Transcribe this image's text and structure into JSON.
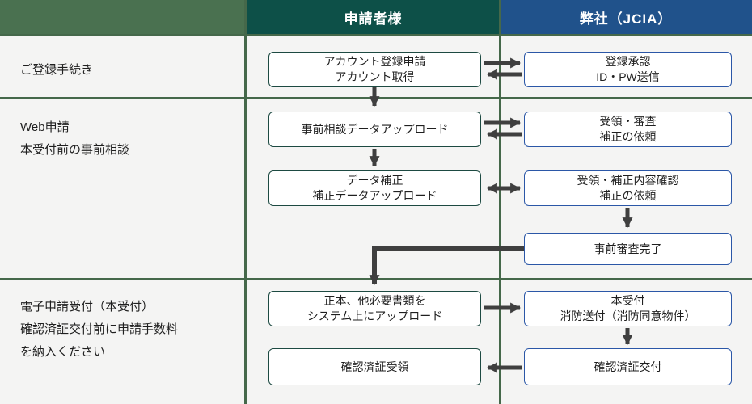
{
  "header": {
    "applicant": "申請者様",
    "company": "弊社（JCIA）"
  },
  "stages": [
    {
      "label_lines": [
        "ご登録手続き"
      ]
    },
    {
      "label_lines": [
        "Web申請",
        "本受付前の事前相談"
      ]
    },
    {
      "label_lines": [
        "電子申請受付（本受付）",
        "確認済証交付前に申請手数料",
        "を納入ください"
      ]
    }
  ],
  "applicant_boxes": [
    {
      "lines": [
        "アカウント登録申請",
        "アカウント取得"
      ]
    },
    {
      "lines": [
        "事前相談データアップロード"
      ]
    },
    {
      "lines": [
        "データ補正",
        "補正データアップロード"
      ]
    },
    {
      "lines": [
        "正本、他必要書類を",
        "システム上にアップロード"
      ]
    },
    {
      "lines": [
        "確認済証受領"
      ]
    }
  ],
  "company_boxes": [
    {
      "lines": [
        "登録承認",
        "ID・PW送信"
      ]
    },
    {
      "lines": [
        "受領・審査",
        "補正の依頼"
      ]
    },
    {
      "lines": [
        "受領・補正内容確認",
        "補正の依頼"
      ]
    },
    {
      "lines": [
        "事前審査完了"
      ]
    },
    {
      "lines": [
        "本受付",
        "消防送付（消防同意物件）"
      ]
    },
    {
      "lines": [
        "確認済証交付"
      ]
    }
  ],
  "colors": {
    "background": "#f4f4f3",
    "header_left_band": "#4a7150",
    "header_applicant": "#0d5048",
    "header_company": "#20528b",
    "grid_line": "#45684a",
    "applicant_box_border": "#1d4a42",
    "company_box_border": "#2b57a7",
    "arrow": "#3f3f3f",
    "text": "#1f1f1f"
  }
}
